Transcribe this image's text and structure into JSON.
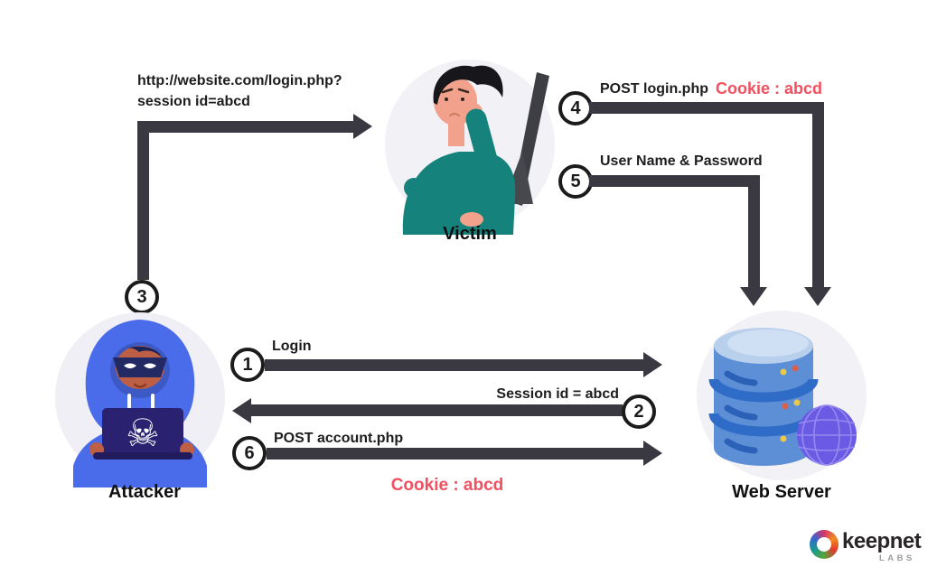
{
  "colors": {
    "arrow": "#3a3942",
    "accent_red": "#f0505f",
    "badge_border": "#1b1b1b",
    "actor_circle_bg": "#f2f1f6",
    "hoodie_blue": "#4a6cea",
    "sweater_teal": "#15837b",
    "database_blue": "#5d8fd6",
    "globe_purple": "#6a5be4"
  },
  "steps": {
    "s1": {
      "num": "1",
      "label": "Login"
    },
    "s2": {
      "num": "2",
      "label": "Session id = abcd"
    },
    "s3": {
      "num": "3",
      "label_line1": "http://website.com/login.php?",
      "label_line2": "session id=abcd"
    },
    "s4": {
      "num": "4",
      "label": "POST login.php",
      "cookie": "Cookie : abcd"
    },
    "s5": {
      "num": "5",
      "label": "User Name & Password"
    },
    "s6": {
      "num": "6",
      "label": "POST account.php"
    }
  },
  "cookie_bottom": "Cookie : abcd",
  "actors": {
    "victim": "Victim",
    "attacker": "Attacker",
    "web_server": "Web Server"
  },
  "icons": {
    "skull": "☠"
  },
  "logo": {
    "brand": "keepnet",
    "sub": "LABS"
  }
}
